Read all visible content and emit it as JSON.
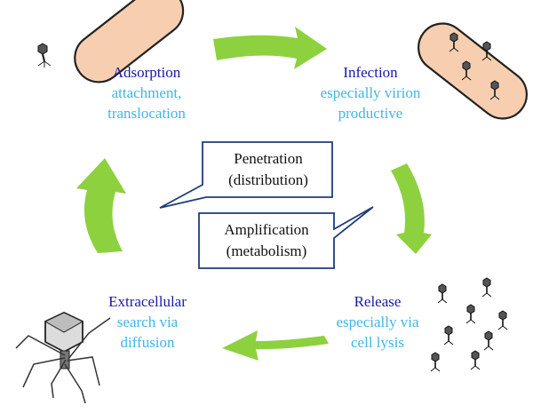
{
  "stages": {
    "adsorption": {
      "title": "Adsorption",
      "lines": [
        "attachment,",
        "translocation"
      ]
    },
    "infection": {
      "title": "Infection",
      "lines": [
        "especially virion",
        "productive"
      ]
    },
    "release": {
      "title": "Release",
      "lines": [
        "especially via",
        "cell lysis"
      ]
    },
    "extracellular": {
      "title": "Extracellular",
      "lines": [
        "search via",
        "diffusion"
      ]
    }
  },
  "callouts": {
    "penetration": [
      "Penetration",
      "(distribution)"
    ],
    "amplification": [
      "Amplification",
      "(metabolism)"
    ]
  },
  "colors": {
    "arrow": "#8dd13f",
    "title": "#1a1aa6",
    "subtitle": "#3fb6e6",
    "cell_fill": "#f7cfb0",
    "callout_border": "#1f3c78"
  }
}
